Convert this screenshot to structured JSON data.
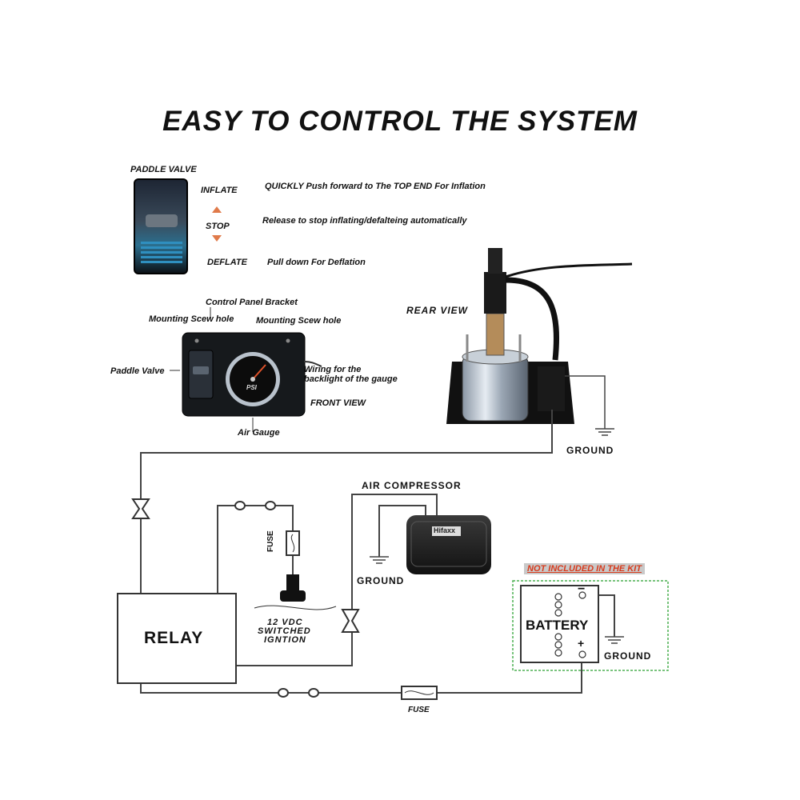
{
  "title": "EASY TO CONTROL THE SYSTEM",
  "paddle_section": {
    "heading": "PADDLE   VALVE",
    "inflate": "INFLATE",
    "stop": "STOP",
    "deflate": "DEFLATE",
    "inflate_desc": "QUICKLY Push forward to The TOP END  For Inflation",
    "stop_desc": "Release to stop inflating/defalteing automatically",
    "deflate_desc": "Pull  down For Deflation"
  },
  "front_view": {
    "bracket": "Control Panel Bracket",
    "hole_left": "Mounting Scew hole",
    "hole_right": "Mounting Scew hole",
    "paddle_valve": "Paddle Valve",
    "wiring_line1": "Wiring for the",
    "wiring_line2": "backlight of the gauge",
    "front_view": "FRONT VIEW",
    "air_gauge": "Air Gauge",
    "gauge_unit": "PSI"
  },
  "rear_view": {
    "label": "REAR VIEW",
    "ground": "GROUND"
  },
  "circuit": {
    "air_compressor": "AIR COMPRESSOR",
    "compressor_brand": "Hifaxx",
    "ground_compressor": "GROUND",
    "relay": "RELAY",
    "fuse_vertical": "FUSE",
    "ignition_line1": "12 VDC",
    "ignition_line2": "SWITCHED",
    "ignition_line3": "IGNTION",
    "not_included": "NOT INCLUDED IN THE KIT",
    "battery": "BATTERY",
    "battery_minus": "−",
    "battery_plus": "+",
    "ground_battery": "GROUND",
    "fuse_bottom": "FUSE"
  },
  "colors": {
    "wire": "#444444",
    "arrow_accent": "#e07a4a",
    "not_included_text": "#d83a1c",
    "battery_border": "#4caf50"
  }
}
